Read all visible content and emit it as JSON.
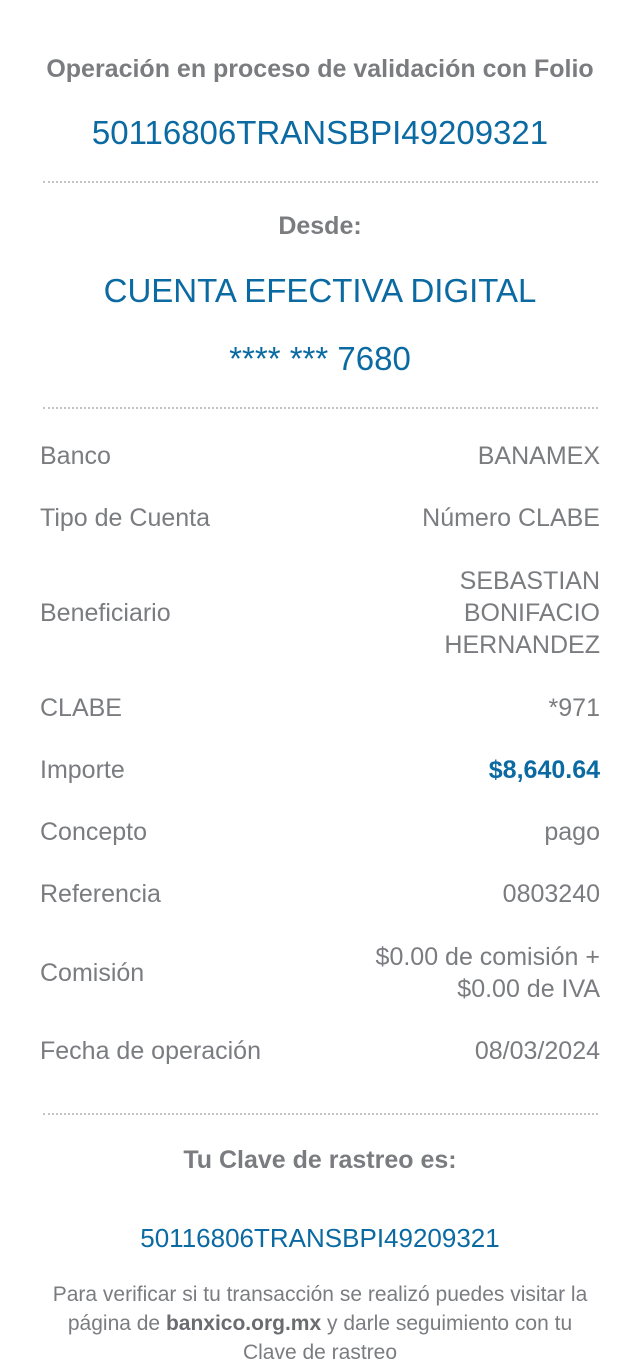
{
  "header": {
    "title": "Operación en proceso de validación con Folio",
    "folio": "50116806TRANSBPI49209321"
  },
  "origin": {
    "label": "Desde:",
    "account_name": "CUENTA EFECTIVA DIGITAL",
    "account_number": "**** *** 7680"
  },
  "details": [
    {
      "label": "Banco",
      "value": "BANAMEX"
    },
    {
      "label": "Tipo de Cuenta",
      "value": "Número CLABE"
    },
    {
      "label": "Beneficiario",
      "value_lines": [
        "SEBASTIAN",
        "BONIFACIO",
        "HERNANDEZ"
      ]
    },
    {
      "label": "CLABE",
      "value": "*971"
    },
    {
      "label": "Importe",
      "value": "$8,640.64"
    },
    {
      "label": "Concepto",
      "value": "pago"
    },
    {
      "label": "Referencia",
      "value": "0803240"
    },
    {
      "label": "Comisión",
      "value_lines": [
        "$0.00 de comisión +",
        "$0.00 de IVA"
      ]
    },
    {
      "label": "Fecha de operación",
      "value": "08/03/2024"
    }
  ],
  "tracking": {
    "label": "Tu Clave de rastreo es:",
    "code": "50116806TRANSBPI49209321",
    "note_1": "Para verificar si tu transacción se realizó puedes visitar la página de ",
    "note_link": "banxico.org.mx",
    "note_2": " y darle seguimiento con tu Clave de rastreo"
  },
  "colors": {
    "accent": "#0b6aa2",
    "text": "#7a7c80"
  }
}
